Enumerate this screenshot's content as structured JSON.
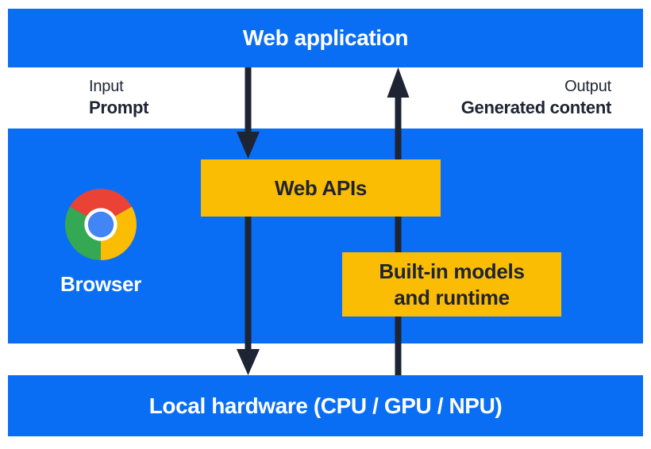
{
  "theme": {
    "blue": "#0a6ef4",
    "yellow": "#fbbc04",
    "ink": "#1e2433",
    "white": "#ffffff",
    "chrome-red": "#ea4335",
    "chrome-yellow": "#fbbc04",
    "chrome-green": "#34a853",
    "chrome-blue": "#4285f4"
  },
  "diagram": {
    "top_bar": {
      "label": "Web application"
    },
    "io_labels": {
      "input_title": "Input",
      "input_value": "Prompt",
      "output_title": "Output",
      "output_value": "Generated content"
    },
    "browser_panel": {
      "browser_label": "Browser",
      "web_apis_label": "Web APIs",
      "builtin_line1": "Built-in models",
      "builtin_line2": "and runtime"
    },
    "bottom_bar": {
      "label": "Local hardware (CPU / GPU / NPU)"
    },
    "icons": {
      "chrome_logo": "chrome-browser-icon",
      "arrows": [
        "down-arrow-web-to-api",
        "down-arrow-api-to-hardware",
        "up-arrow-output"
      ]
    }
  }
}
